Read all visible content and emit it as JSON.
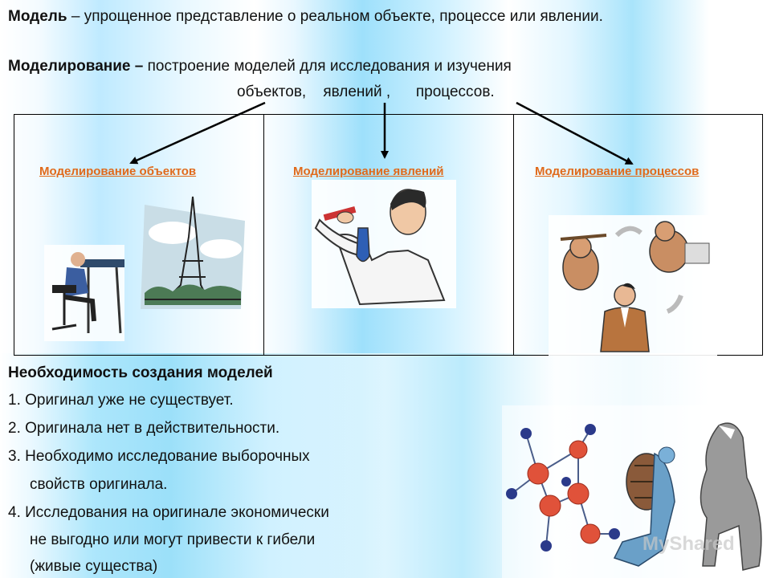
{
  "definition_model": {
    "term": "Модель",
    "dash": " – ",
    "text": "упрощенное представление о реальном объекте, процессе или явлении."
  },
  "definition_modeling": {
    "term": "Моделирование –",
    "text": " построение моделей для исследования и изучения",
    "line2": "объектов,    явлений ,      процессов."
  },
  "columns": [
    {
      "label": "Моделирование объектов"
    },
    {
      "label": "Моделирование явлений"
    },
    {
      "label": "Моделирование процессов"
    }
  ],
  "necessity": {
    "title": "Необходимость создания моделей",
    "items": [
      "1. Оригинал уже не существует.",
      "2. Оригинала нет в действительности.",
      "3. Необходимо исследование выборочных",
      "свойств оригинала.",
      "4. Исследования на оригинале экономически",
      "не выгодно или могут привести к гибели",
      "(живые существа)"
    ]
  },
  "watermark": "MyShared"
}
